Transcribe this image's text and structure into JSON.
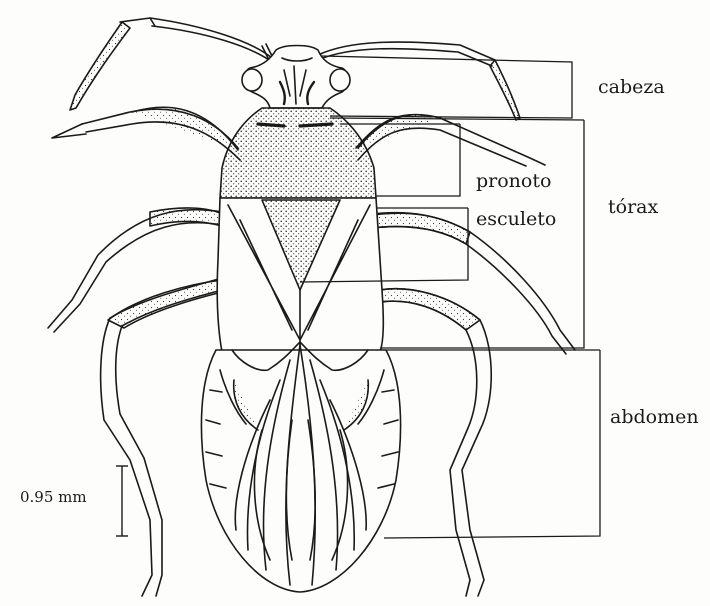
{
  "labels": {
    "cabeza": "cabeza",
    "torax": "tórax",
    "pronoto": "pronoto",
    "esculeto": "esculeto",
    "abdomen": "abdomen"
  },
  "scale_bar": {
    "text": "0.95 mm"
  },
  "colors": {
    "ink": "#1a1a1a",
    "paper": "#fdfdfb"
  }
}
